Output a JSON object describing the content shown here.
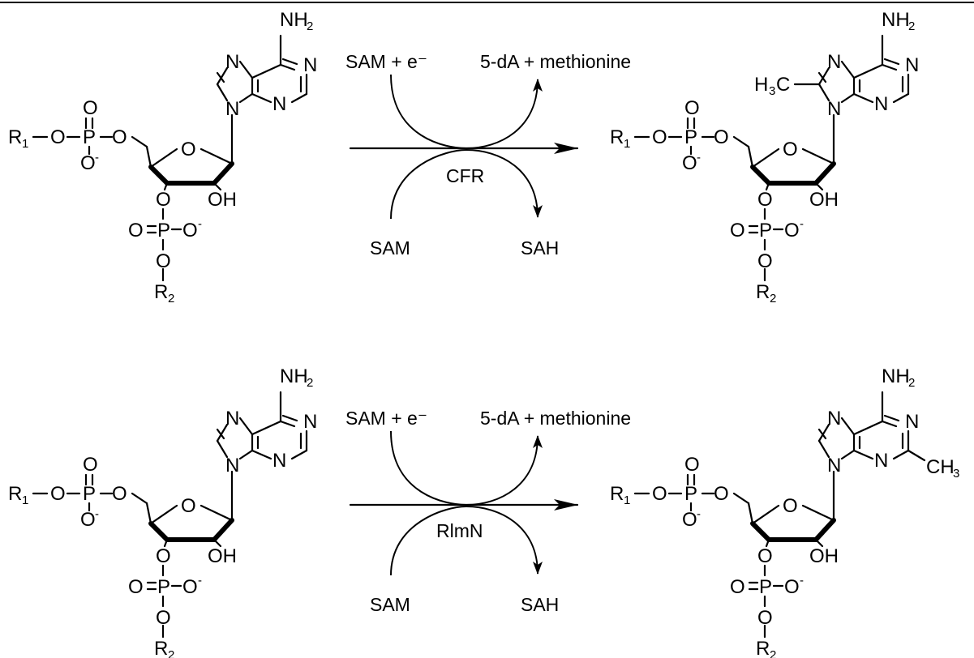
{
  "atoms": {
    "nh2": "NH",
    "nh2_sub": "2",
    "n": "N",
    "o": "O",
    "p": "P",
    "o_minus": "O",
    "minus": "-",
    "oh": "OH",
    "r": "R",
    "r1_sub": "1",
    "r2_sub": "2",
    "h3c": "H",
    "h3c_sub": "3",
    "c": "C",
    "ch3": "CH",
    "ch3_sub": "3"
  },
  "reactions": [
    {
      "cosubstrate_in": "SAM + e⁻",
      "products_out": "5-dA + methionine",
      "enzyme": "CFR",
      "methyl_donor": "SAM",
      "byproduct": "SAH"
    },
    {
      "cosubstrate_in": "SAM + e⁻",
      "products_out": "5-dA + methionine",
      "enzyme": "RlmN",
      "methyl_donor": "SAM",
      "byproduct": "SAH"
    }
  ]
}
